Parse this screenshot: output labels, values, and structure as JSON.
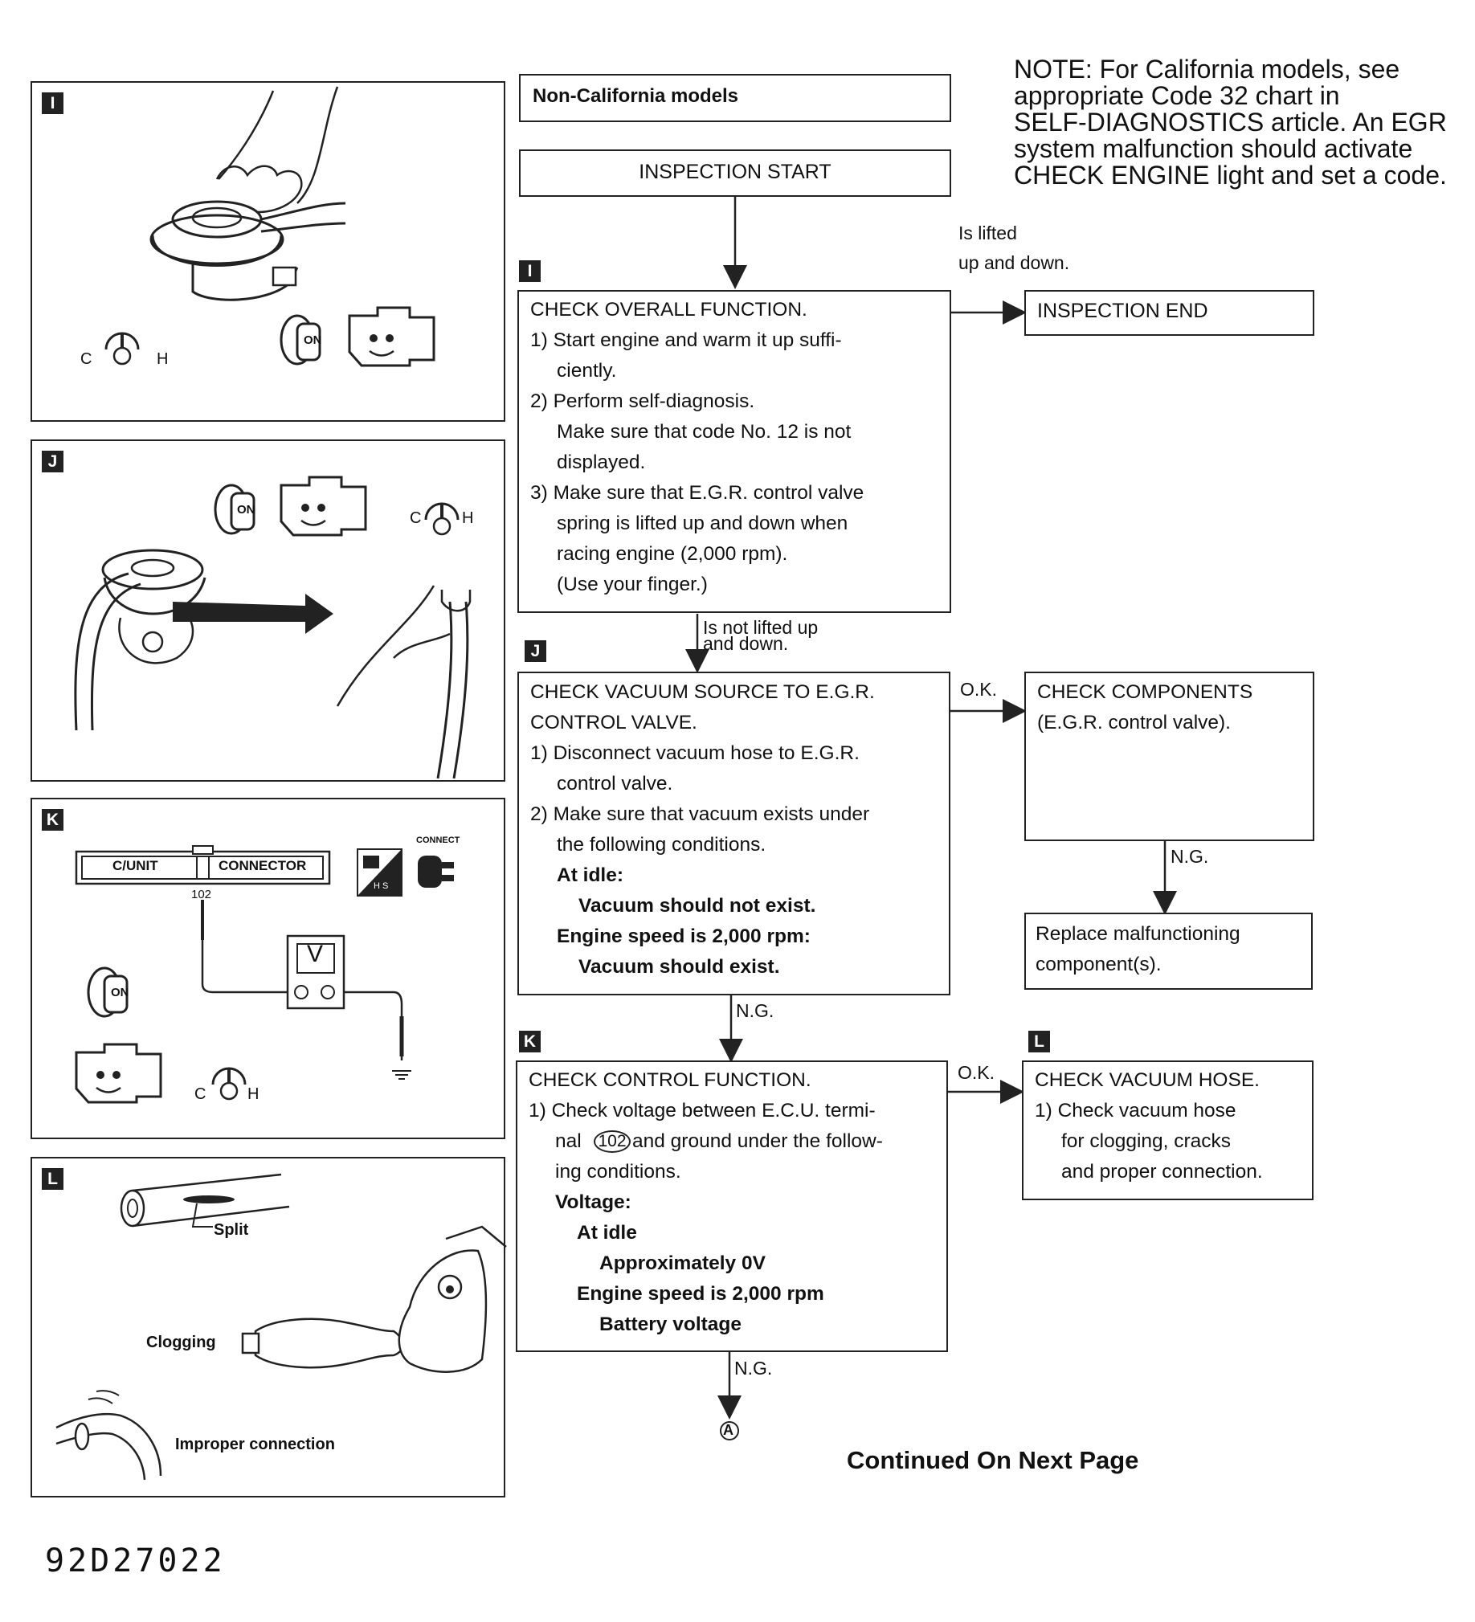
{
  "header": {
    "model_label": "Non-California models"
  },
  "note": {
    "lines": [
      "NOTE: For California models, see",
      "appropriate Code 32 chart in",
      "SELF-DIAGNOSTICS article. An EGR",
      "system malfunction should activate",
      "CHECK ENGINE light and set a code."
    ]
  },
  "flow": {
    "start": "INSPECTION START",
    "end": "INSPECTION END",
    "lifted_label": [
      "Is lifted",
      "up and down."
    ],
    "not_lifted_label": [
      "Is not lifted up",
      "and down."
    ],
    "step_i": {
      "letter": "I",
      "lines": [
        "CHECK OVERALL FUNCTION.",
        "1) Start engine and warm it up suffi-",
        "ciently.",
        "2) Perform self-diagnosis.",
        "Make sure that code No. 12 is not",
        "displayed.",
        "3) Make sure that E.G.R. control valve",
        "spring is lifted up and down when",
        "racing engine (2,000 rpm).",
        "(Use your finger.)"
      ]
    },
    "step_j": {
      "letter": "J",
      "lines": [
        "CHECK VACUUM SOURCE TO E.G.R.",
        "CONTROL VALVE.",
        "1) Disconnect vacuum hose to E.G.R.",
        "control valve.",
        "2) Make sure that vacuum exists under",
        "the following conditions.",
        "At idle:",
        "Vacuum should not exist.",
        "Engine speed is 2,000 rpm:",
        "Vacuum should exist."
      ]
    },
    "components": {
      "lines": [
        "CHECK COMPONENTS",
        "(E.G.R. control valve)."
      ]
    },
    "replace": {
      "lines": [
        "Replace malfunctioning",
        "component(s)."
      ]
    },
    "step_k": {
      "letter": "K",
      "lines": [
        "CHECK CONTROL FUNCTION.",
        "1) Check voltage between E.C.U. termi-",
        "nal",
        "and ground under the follow-",
        "ing conditions.",
        "Voltage:",
        "At idle",
        "Approximately 0V",
        "Engine speed is 2,000 rpm",
        "Battery voltage"
      ],
      "terminal": "102"
    },
    "step_l": {
      "letter": "L",
      "lines": [
        "CHECK VACUUM HOSE.",
        "1) Check vacuum hose",
        "for clogging, cracks",
        "and proper connection."
      ]
    },
    "ok": "O.K.",
    "ng": "N.G.",
    "connector_a": "A"
  },
  "panels": {
    "i": {
      "letter": "I",
      "gauge_c": "C",
      "gauge_h": "H",
      "key_label": "ON"
    },
    "j": {
      "letter": "J",
      "gauge_c": "C",
      "gauge_h": "H",
      "key_label": "ON"
    },
    "k": {
      "letter": "K",
      "cunit": "C/UNIT",
      "connector": "CONNECTOR",
      "terminal": "102",
      "meter": "V",
      "connect": "CONNECT",
      "hs": "H S",
      "gauge_c": "C",
      "gauge_h": "H",
      "key_label": "ON"
    },
    "l": {
      "letter": "L",
      "split": "Split",
      "clogging": "Clogging",
      "improper": "Improper connection"
    }
  },
  "footer": {
    "continued": "Continued On Next Page",
    "figure_id": "92D27022"
  }
}
